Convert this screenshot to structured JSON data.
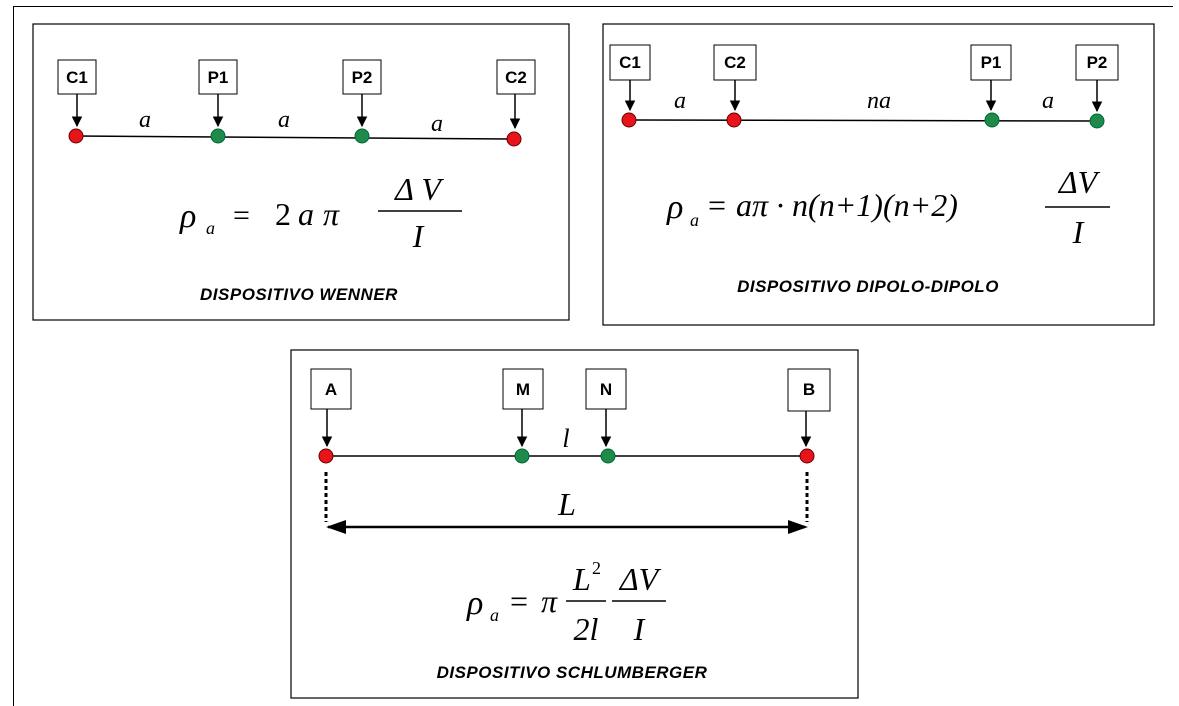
{
  "panels": {
    "wenner": {
      "electrodes": [
        "C1",
        "P1",
        "P2",
        "C2"
      ],
      "spacings": [
        "a",
        "a",
        "a"
      ],
      "formula": {
        "lhs": "ρ",
        "lhs_sub": "a",
        "eq": "=",
        "coef": "2",
        "var": "a",
        "pi": "π",
        "num": "Δ V",
        "den": "I"
      },
      "caption": "DISPOSITIVO WENNER"
    },
    "dipole": {
      "electrodes": [
        "C1",
        "C2",
        "P1",
        "P2"
      ],
      "spacings": [
        "a",
        "na",
        "a"
      ],
      "formula": {
        "lhs": "ρ",
        "lhs_sub": "a",
        "eq": "=",
        "body": "aπ · n(n+1)(n+2)",
        "num": "ΔV",
        "den": "I"
      },
      "caption": "DISPOSITIVO DIPOLO-DIPOLO"
    },
    "schlumberger": {
      "electrodes": [
        "A",
        "M",
        "N",
        "B"
      ],
      "inner_spacing": "l",
      "outer_spacing": "L",
      "formula": {
        "lhs": "ρ",
        "lhs_sub": "a",
        "eq": "=",
        "pi": "π",
        "num1": "L",
        "num1_sup": "2",
        "den1": "2l",
        "num2": "ΔV",
        "den2": "I"
      },
      "caption": "DISPOSITIVO SCHLUMBERGER"
    }
  },
  "colors": {
    "current_electrode": "#e8141c",
    "potential_electrode": "#1f8a4c",
    "line": "#000000"
  }
}
